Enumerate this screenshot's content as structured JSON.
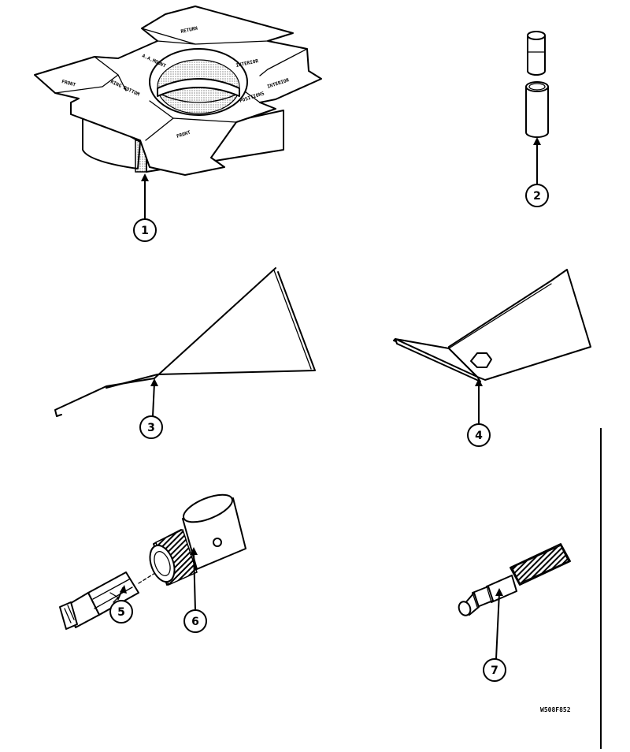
{
  "callouts": {
    "c1": "1",
    "c2": "2",
    "c3": "3",
    "c4": "4",
    "c5": "5",
    "c6": "6",
    "c7": "7"
  },
  "drawing_code": "W508F852"
}
